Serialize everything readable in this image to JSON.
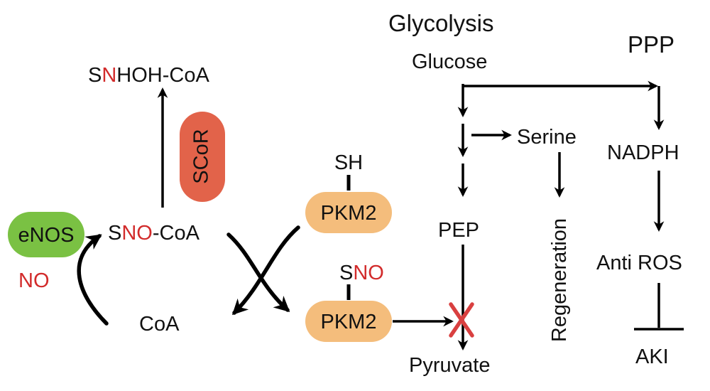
{
  "colors": {
    "enos_fill": "#7ac143",
    "scor_fill": "#e2634a",
    "pkm2_fill": "#f4bd7c",
    "red_text": "#d22b2b",
    "block_mark": "#d94040"
  },
  "left": {
    "snhoh_coa": {
      "prefix": "S",
      "red": "N",
      "suffix": "HOH-CoA"
    },
    "scor": "SCoR",
    "enos": "eNOS",
    "no": "NO",
    "sno_coa": {
      "prefix": "S",
      "red": "NO",
      "suffix": "-CoA"
    },
    "coa": "CoA",
    "sh": "SH",
    "pkm2_top": "PKM2",
    "sno_pkm": {
      "prefix": "S",
      "red": "NO"
    },
    "pkm2_bottom": "PKM2"
  },
  "right": {
    "glycolysis": "Glycolysis",
    "glucose": "Glucose",
    "ppp": "PPP",
    "serine": "Serine",
    "nadph": "NADPH",
    "pep": "PEP",
    "regeneration": "Regeneration",
    "anti_ros": "Anti ROS",
    "pyruvate": "Pyruvate",
    "aki": "AKI"
  }
}
